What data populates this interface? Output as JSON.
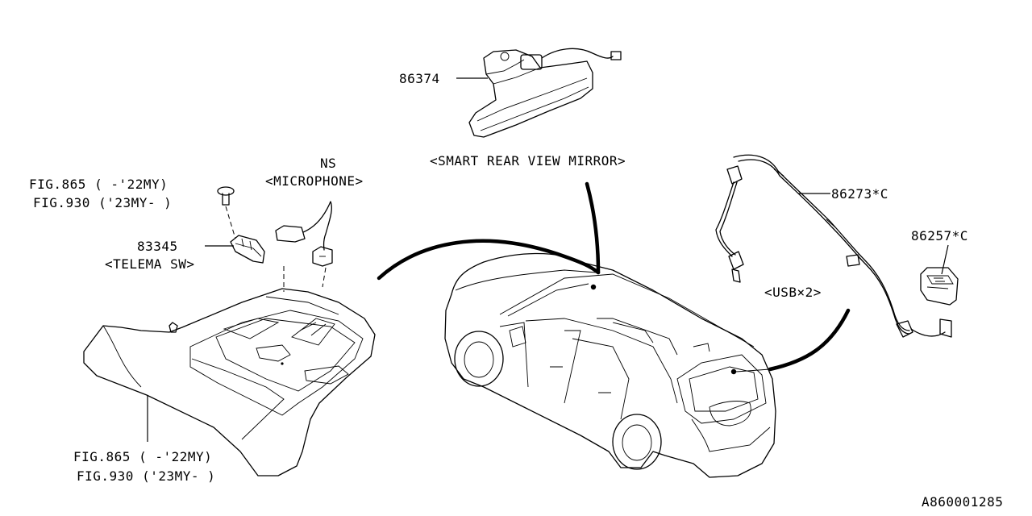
{
  "labels": {
    "mirror_part": "86374",
    "mirror_name": "<SMART REAR VIEW MIRROR>",
    "ns": "NS",
    "microphone": "<MICROPHONE>",
    "fig_top_1": "FIG.865 ( -'22MY)",
    "fig_top_2": "FIG.930 ('23MY- )",
    "telema_part": "83345",
    "telema_name": "<TELEMA SW>",
    "fig_bottom_1": "FIG.865 ( -'22MY)",
    "fig_bottom_2": "FIG.930 ('23MY- )",
    "usb_harness_part": "86273*C",
    "usb_part": "86257*C",
    "usb_name": "<USB×2>",
    "diagram_id": "A860001285"
  }
}
